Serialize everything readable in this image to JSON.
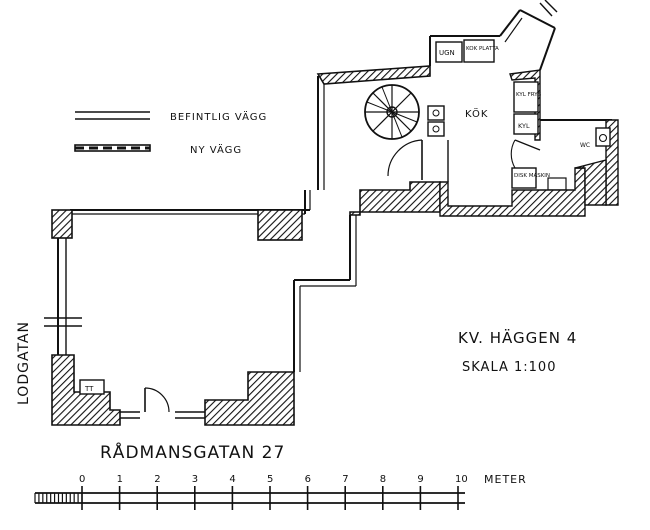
{
  "legend": {
    "existing_wall": "BEFINTLIG VÄGG",
    "new_wall": "NY VÄGG"
  },
  "rooms": {
    "kitchen": "KÖK",
    "wc": "WC",
    "stove": "UGN",
    "hob": "KOK PLATTA",
    "fridge_freezer": "KYL FRYS",
    "fridge": "KYL",
    "dishwasher": "DISK MASKIN",
    "tt": "TT"
  },
  "title": {
    "block": "KV. HÄGGEN 4",
    "scale": "SKALA  1:100"
  },
  "streets": {
    "side": "LODGATAN",
    "front": "RÅDMANSGATAN 27"
  },
  "scale_bar": {
    "numbers": [
      "0",
      "1",
      "2",
      "3",
      "4",
      "5",
      "6",
      "7",
      "8",
      "9",
      "10"
    ],
    "unit": "METER"
  }
}
